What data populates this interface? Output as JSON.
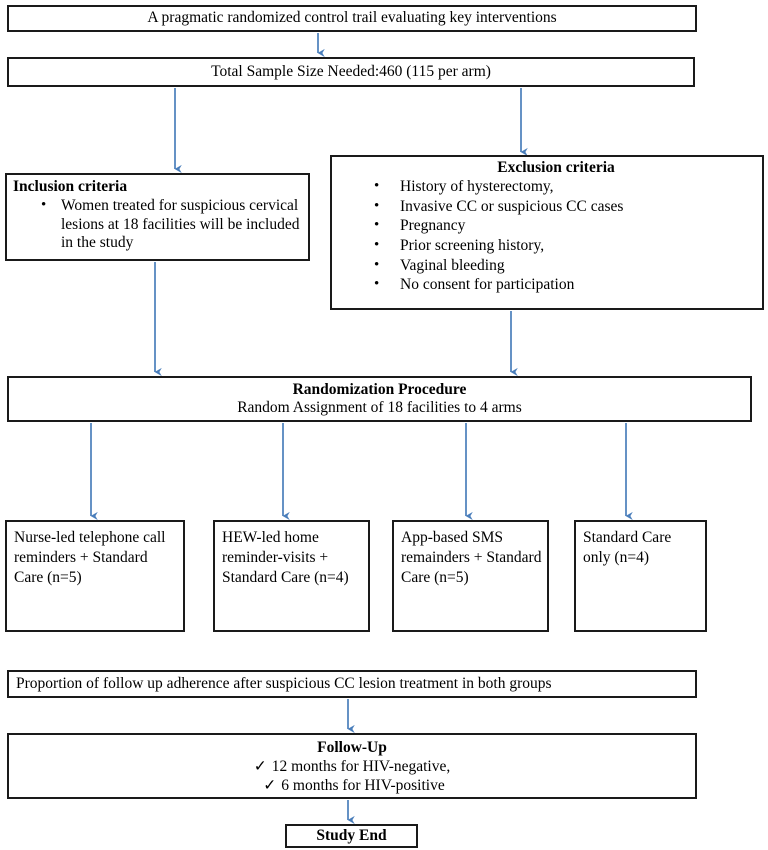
{
  "diagram": {
    "title": "A pragmatic randomized control trail evaluating key interventions",
    "sample_size": "Total Sample Size Needed:460 (115 per arm)",
    "inclusion": {
      "heading": "Inclusion criteria",
      "items": [
        "Women treated for suspicious cervical lesions at 18 facilities will be included in the study"
      ]
    },
    "exclusion": {
      "heading": "Exclusion criteria",
      "items": [
        "History of hysterectomy,",
        "Invasive CC or suspicious CC cases",
        "Pregnancy",
        "Prior screening history,",
        "Vaginal bleeding",
        "No consent for participation"
      ]
    },
    "randomization": {
      "heading": "Randomization Procedure",
      "subtext": "Random Assignment of 18 facilities to 4 arms"
    },
    "arms": [
      {
        "label": "Nurse-led telephone call reminders + Standard Care (n=5)"
      },
      {
        "label": "HEW-led home reminder-visits + Standard Care (n=4)"
      },
      {
        "label": "App-based SMS remainders + Standard Care (n=5)"
      },
      {
        "label": "Standard Care only (n=4)"
      }
    ],
    "outcome": "Proportion of follow up adherence after suspicious CC lesion treatment in both groups",
    "followup": {
      "heading": "Follow-Up",
      "check_glyph": "✓",
      "items": [
        "12 months for HIV-negative,",
        "6 months for HIV-positive"
      ]
    },
    "study_end": "Study End",
    "colors": {
      "arrow": "#4a7ebb",
      "box_border": "#1a1a1a",
      "background": "#ffffff",
      "text": "#000000"
    }
  }
}
